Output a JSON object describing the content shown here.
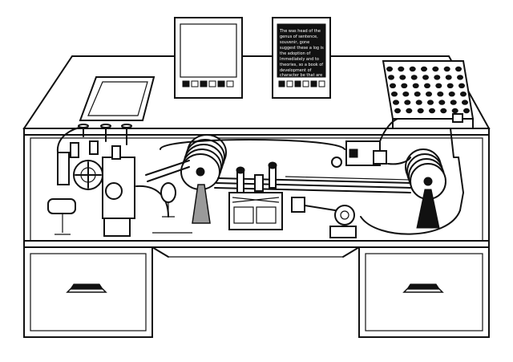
{
  "colors": {
    "ink": "#111111",
    "paper": "#ffffff",
    "shade": "#9a9a9a"
  },
  "screen_right": {
    "lines": [
      "The was head of the",
      "genus of sentence,",
      "souvenir, gone",
      "suggest these a log is",
      "the adoption of",
      "Immediately and to",
      "theories, so a book of",
      "development of",
      "character be that are"
    ]
  },
  "screen_left_buttons": [
    "",
    "",
    "",
    "",
    "",
    ""
  ],
  "screen_right_buttons": [
    "",
    "",
    "",
    "",
    "",
    ""
  ]
}
